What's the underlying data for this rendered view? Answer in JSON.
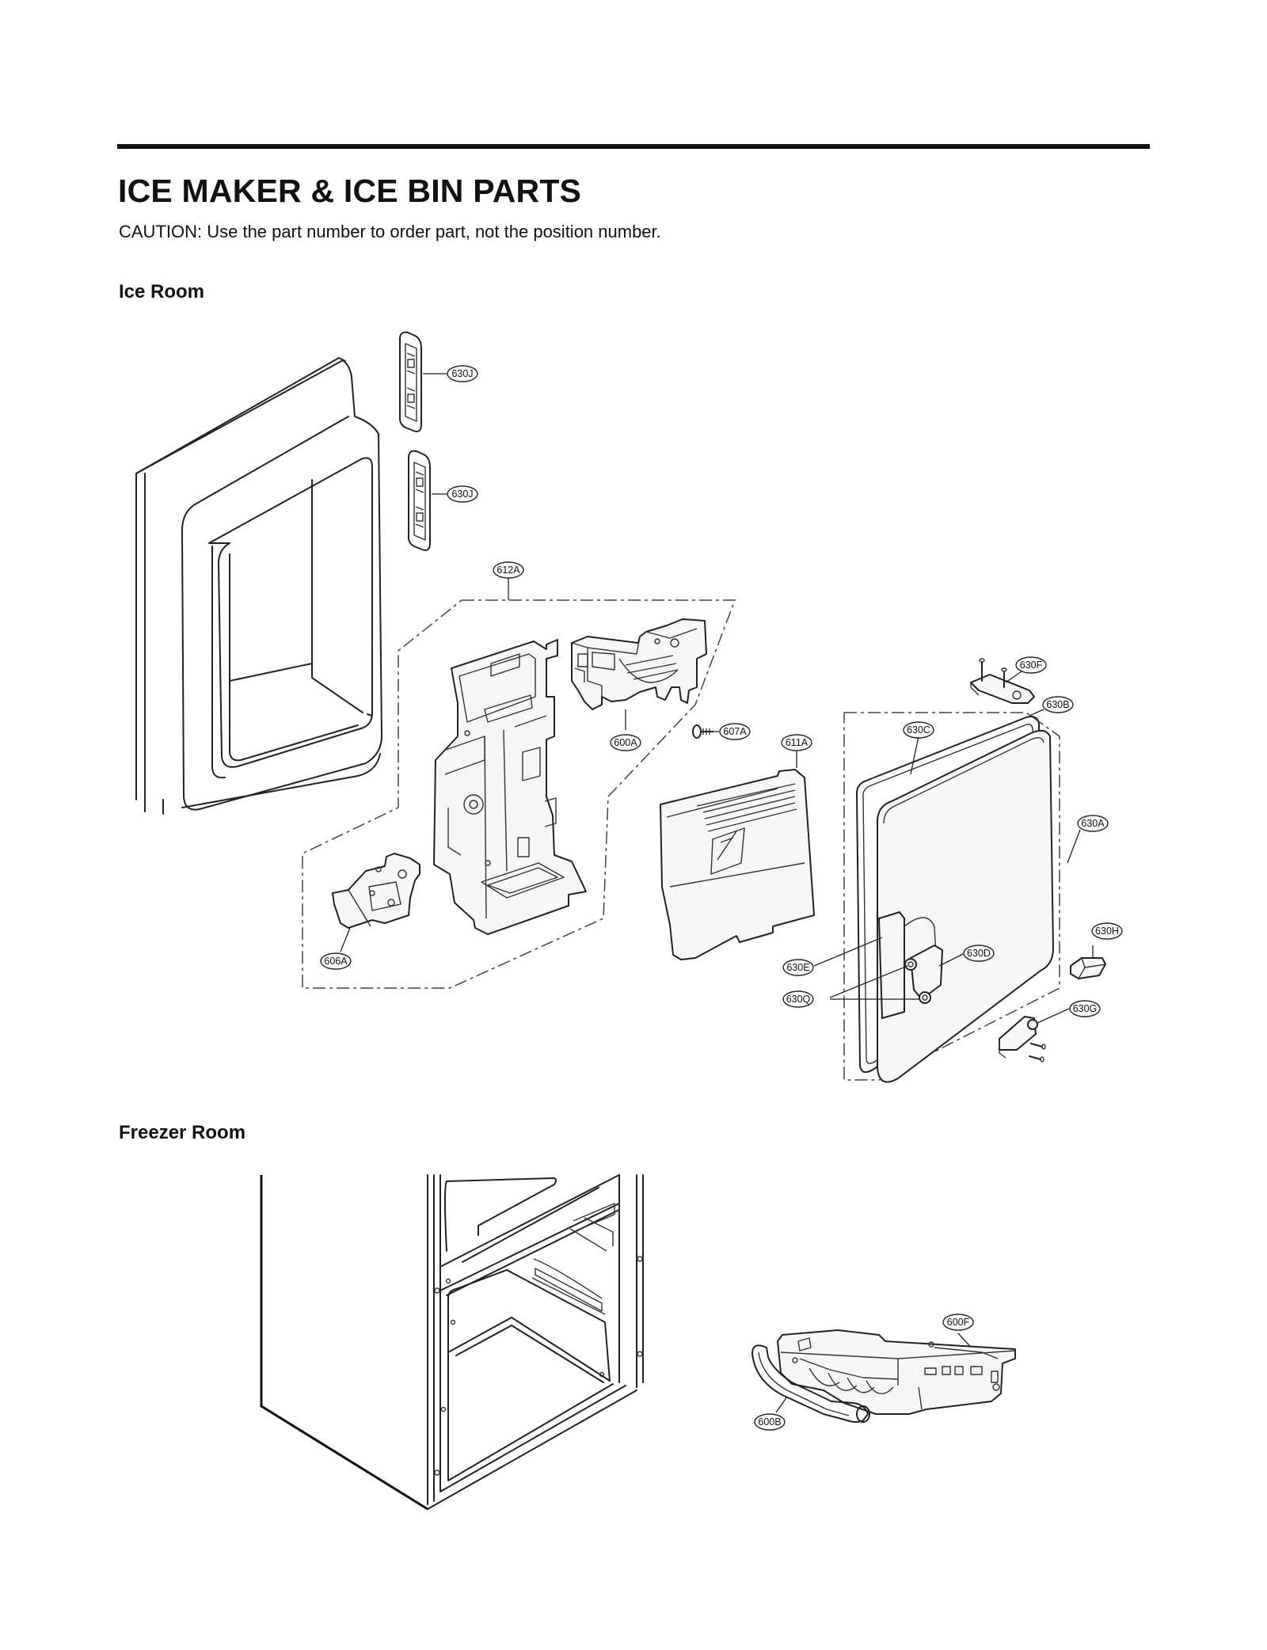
{
  "header": {
    "title": "ICE MAKER & ICE BIN PARTS",
    "caution": "CAUTION: Use the part number to order part, not the position number."
  },
  "sections": {
    "ice_room": "Ice Room",
    "freezer_room": "Freezer Room"
  },
  "callouts": {
    "c630j_top": "630J",
    "c630j_bottom": "630J",
    "c612a": "612A",
    "c630f": "630F",
    "c630b": "630B",
    "c630c": "630C",
    "c607a": "607A",
    "c600a": "600A",
    "c611a": "611A",
    "c630a": "630A",
    "c630h": "630H",
    "c630d": "630D",
    "c630e": "630E",
    "c630q": "630Q",
    "c630g": "630G",
    "c606a": "606A",
    "c600f": "600F",
    "c600b": "600B"
  }
}
